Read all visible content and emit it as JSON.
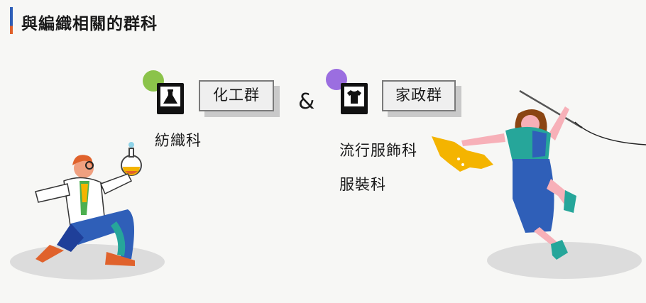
{
  "page": {
    "title": "與編織相關的群科"
  },
  "groups": [
    {
      "name": "化工群",
      "icon": "flask-icon",
      "accent": "#8bc34a",
      "departments": [
        "紡織科"
      ]
    },
    {
      "name": "家政群",
      "icon": "tshirt-icon",
      "accent": "#9b6ee0",
      "departments": [
        "流行服飾科",
        "服裝科"
      ]
    }
  ],
  "connector": "&",
  "colors": {
    "title_bar_blue": "#2f5fb8",
    "title_bar_orange": "#e0622c",
    "card_bg": "#efefef",
    "card_shadow": "#c9c9c9"
  }
}
